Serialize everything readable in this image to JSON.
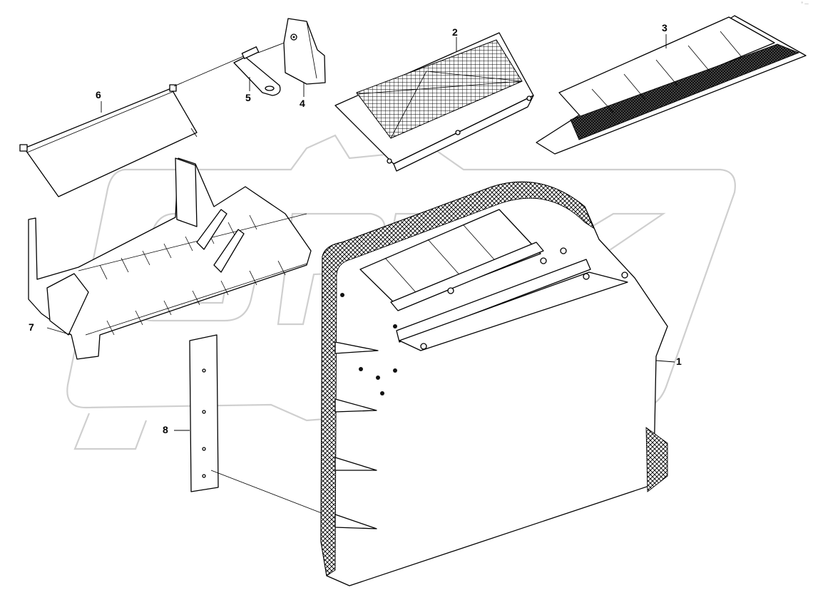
{
  "corner_mark": "° —",
  "callouts": {
    "1": "1",
    "2": "2",
    "3": "3",
    "4": "4",
    "5": "5",
    "6": "6",
    "7": "7",
    "8": "8"
  },
  "colors": {
    "ink": "#000000",
    "watermark": "#cfcfcf",
    "background": "#ffffff"
  }
}
